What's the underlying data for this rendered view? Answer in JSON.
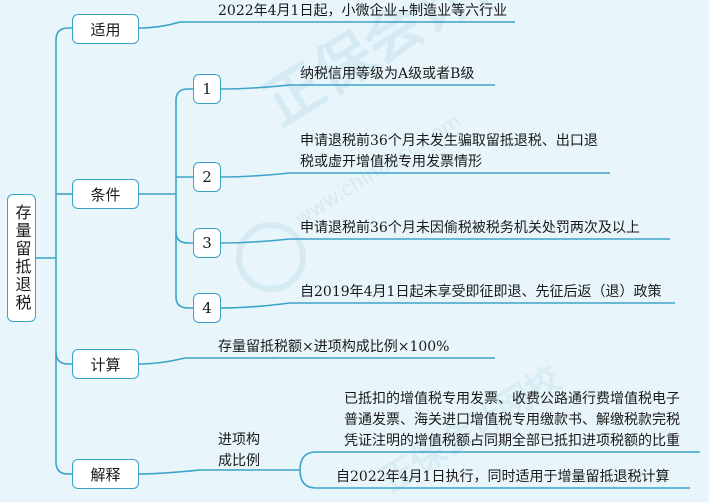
{
  "root": {
    "label": "存量留抵退税"
  },
  "branches": {
    "applicable": {
      "label": "适用",
      "detail": "2022年4月1日起，小微企业+制造业等六行业"
    },
    "conditions": {
      "label": "条件",
      "items": [
        {
          "num": "1",
          "lines": [
            "纳税信用等级为A级或者B级"
          ]
        },
        {
          "num": "2",
          "lines": [
            "申请退税前36个月未发生骗取留抵退税、出口退",
            "税或虚开增值税专用发票情形"
          ]
        },
        {
          "num": "3",
          "lines": [
            "申请退税前36个月未因偷税被税务机关处罚两次及以上"
          ]
        },
        {
          "num": "4",
          "lines": [
            "自2019年4月1日起未享受即征即退、先征后返（退）政策"
          ]
        }
      ]
    },
    "calculation": {
      "label": "计算",
      "detail": "存量留抵税额×进项构成比例×100%"
    },
    "explanation": {
      "label": "解释",
      "sub_label_lines": [
        "进项构",
        "成比例"
      ],
      "detail_lines": [
        "已抵扣的增值税专用发票、收费公路通行费增值税电子",
        "普通发票、海关进口增值税专用缴款书、解缴税款完税",
        "凭证注明的增值税额占同期全部已抵扣进项税额的比重"
      ],
      "note": "自2022年4月1日执行，同时适用于增量留抵退税计算"
    }
  },
  "watermark": {
    "brand": "正保会计网校",
    "url": "www.chinaacc.com"
  },
  "colors": {
    "line": "#3aa3c9",
    "background": "#e8f6fb",
    "node_fill": "#ffffff"
  }
}
